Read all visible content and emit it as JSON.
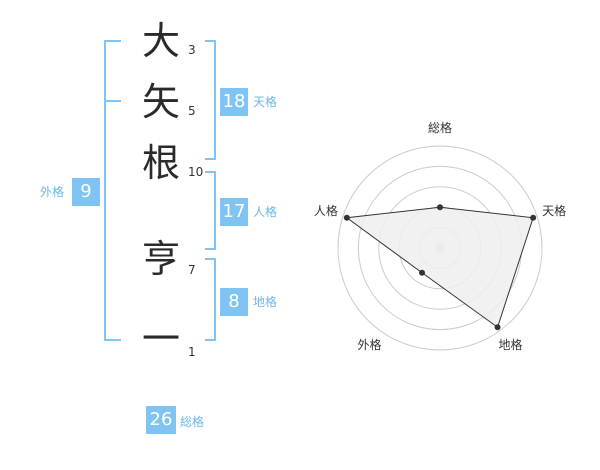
{
  "name_chars": [
    "大",
    "矢",
    "根",
    "亨",
    "一"
  ],
  "strokes": [
    "3",
    "5",
    "10",
    "7",
    "1"
  ],
  "kaku": {
    "tenkaku": {
      "value": "18",
      "label": "天格"
    },
    "jinkaku": {
      "value": "17",
      "label": "人格"
    },
    "chikaku": {
      "value": "8",
      "label": "地格"
    },
    "gaikaku": {
      "value": "9",
      "label": "外格"
    },
    "soukaku": {
      "value": "26",
      "label": "総格"
    }
  },
  "chart_data": {
    "type": "radar",
    "axes": [
      "総格",
      "天格",
      "地格",
      "外格",
      "人格"
    ],
    "values": [
      0.4,
      0.96,
      0.96,
      0.3,
      0.96
    ],
    "max": 1,
    "rings": 5,
    "colors": {
      "fill": "#efefef",
      "line": "#333333",
      "grid": "#cccccc",
      "center": "#cccccc"
    }
  }
}
